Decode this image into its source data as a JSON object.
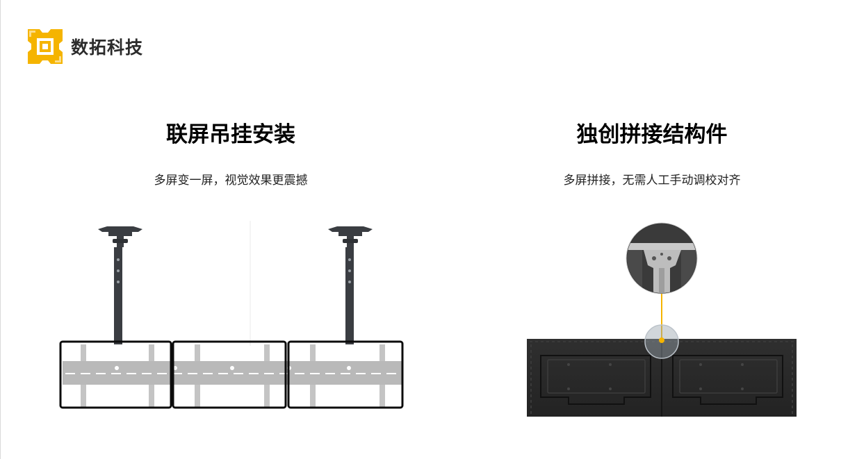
{
  "brand": {
    "name": "数拓科技",
    "logo_color": "#F5B400"
  },
  "sections": [
    {
      "title": "联屏吊挂安装",
      "subtitle": "多屏变一屏，视觉效果更震撼",
      "illustration": "ceiling-mount-bracket-three-screens"
    },
    {
      "title": "独创拼接结构件",
      "subtitle": "多屏拼接，无需人工手动调校对齐",
      "illustration": "splicing-bracket-detail"
    }
  ],
  "colors": {
    "accent": "#F5B400",
    "pole": "#3a3d42",
    "bracket": "#b9b9b9",
    "screen_back": "#2a2a2a"
  }
}
